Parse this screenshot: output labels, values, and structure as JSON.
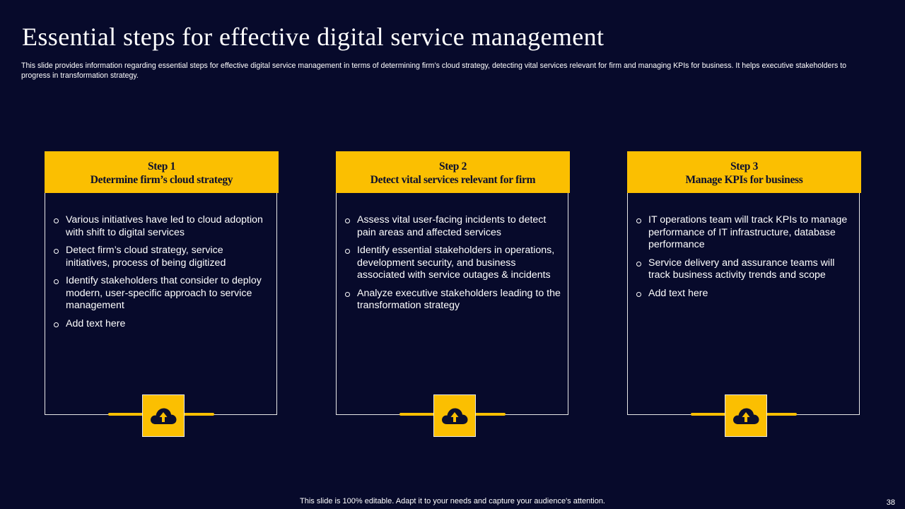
{
  "slide": {
    "title": "Essential steps for effective digital service management",
    "subtitle": "This slide provides information regarding essential steps for effective digital service management in terms of determining firm’s cloud strategy, detecting vital services relevant for firm and managing KPIs for business. It helps executive stakeholders to progress in transformation strategy.",
    "footer": "This slide is 100% editable. Adapt it to your needs and capture your audience's attention.",
    "page_number": "38"
  },
  "colors": {
    "background": "#070a2b",
    "accent": "#fbbf01",
    "text": "#ffffff"
  },
  "steps": [
    {
      "step": "Step 1",
      "heading": "Determine firm’s cloud strategy",
      "icon": "cloud-upload-icon",
      "bullets": [
        "Various initiatives have led to cloud adoption with shift to digital services",
        "Detect firm’s cloud strategy, service initiatives, process of being digitized",
        "Identify stakeholders that consider to deploy modern, user-specific approach to service management",
        "Add text here"
      ]
    },
    {
      "step": "Step 2",
      "heading": "Detect vital services relevant for firm",
      "icon": "cloud-upload-icon",
      "bullets": [
        "Assess vital user-facing incidents to detect pain areas and affected services",
        "Identify essential stakeholders in operations, development security, and business associated with service outages & incidents",
        "Analyze executive stakeholders leading to the transformation strategy"
      ]
    },
    {
      "step": "Step 3",
      "heading": "Manage KPIs for business",
      "icon": "cloud-upload-icon",
      "bullets": [
        "IT operations team will track KPIs to manage performance of IT infrastructure, database performance",
        "Service delivery and assurance teams will track business activity trends and scope",
        "Add text here"
      ]
    }
  ]
}
